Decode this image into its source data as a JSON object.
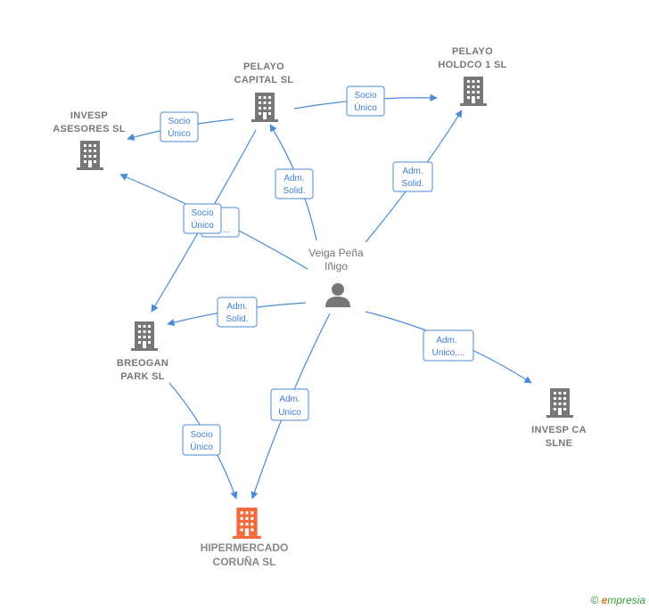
{
  "nodes": {
    "pelayo_capital": {
      "line1": "PELAYO",
      "line2": "CAPITAL  SL"
    },
    "pelayo_holdco": {
      "line1": "PELAYO",
      "line2": "HOLDCO 1  SL"
    },
    "invesp_asesores": {
      "line1": "INVESP",
      "line2": "ASESORES  SL"
    },
    "breogan_park": {
      "line1": "BREOGAN",
      "line2": "PARK  SL"
    },
    "invesp_ca": {
      "line1": "INVESP CA",
      "line2": "SLNE"
    },
    "hipermercado": {
      "line1": "HIPERMERCADO",
      "line2": "CORUÑA  SL"
    },
    "person": {
      "line1": "Veiga Peña",
      "line2": "Iñigo"
    }
  },
  "edge_labels": {
    "capital_to_holdco": {
      "line1": "Socio",
      "line2": "Único"
    },
    "capital_to_asesores": {
      "line1": "Socio",
      "line2": "Único"
    },
    "person_to_capital": {
      "line1": "Adm.",
      "line2": "Solid."
    },
    "person_to_holdco": {
      "line1": "Adm.",
      "line2": "Solid."
    },
    "capital_to_breogan": {
      "line1": "Socio",
      "line2": "Único"
    },
    "person_to_asesores_hidden": {
      "line1": "",
      "line2": "..."
    },
    "person_to_breogan": {
      "line1": "Adm.",
      "line2": "Solid."
    },
    "person_to_invesp_ca": {
      "line1": "Adm.",
      "line2": "Unico,..."
    },
    "person_to_hipermercado": {
      "line1": "Adm.",
      "line2": "Unico"
    },
    "breogan_to_hipermercado": {
      "line1": "Socio",
      "line2": "Único"
    }
  },
  "colors": {
    "edge": "#4a8ad6",
    "building": "#777777",
    "building_main": "#f26a3c",
    "person": "#777777"
  },
  "footer": {
    "copyright": "©",
    "brand_initial": "e",
    "brand_rest": "mpresia"
  }
}
